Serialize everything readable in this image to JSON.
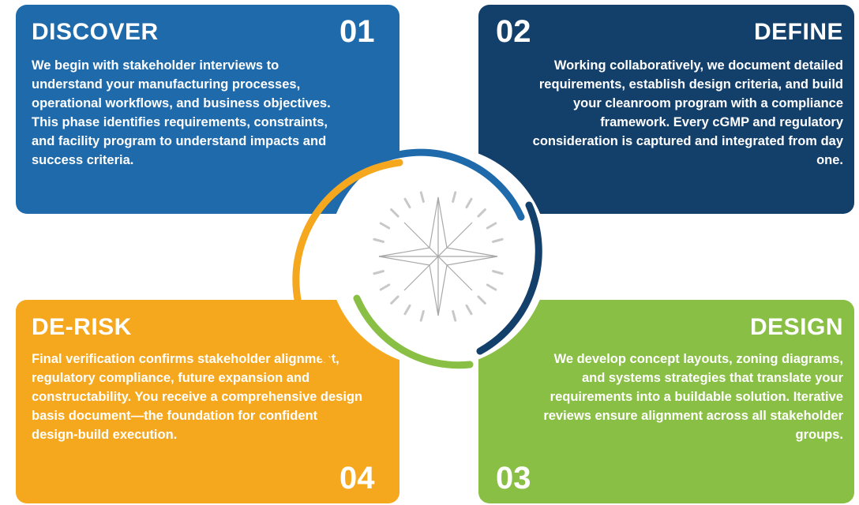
{
  "colors": {
    "discover": "#1f6aaa",
    "define": "#133f6b",
    "design": "#8abf45",
    "derisk": "#f5a81e",
    "compass": "#b3b3b3"
  },
  "discover": {
    "title": "DISCOVER",
    "number": "01",
    "text": "We begin with stakeholder interviews to understand your manufacturing processes, operational workflows, and business objectives. This phase identifies requirements, constraints, and facility program to understand impacts and success criteria."
  },
  "define": {
    "title": "DEFINE",
    "number": "02",
    "text": "Working collaboratively, we document detailed requirements, establish design criteria, and build your cleanroom program with a compliance framework. Every cGMP and regulatory consideration is captured and integrated from day one."
  },
  "design": {
    "title": "DESIGN",
    "number": "03",
    "text": "We develop concept layouts, zoning diagrams, and systems strategies that translate your requirements into a buildable solution. Iterative reviews ensure alignment across all stakeholder groups."
  },
  "derisk": {
    "title": "DE-RISK",
    "number": "04",
    "text": "Final verification confirms stakeholder alignment, regulatory compliance, future expansion and constructability. You receive a comprehensive design basis document—the foundation for confident design-build execution."
  },
  "compass": {
    "icon": "compass-rose-icon"
  }
}
